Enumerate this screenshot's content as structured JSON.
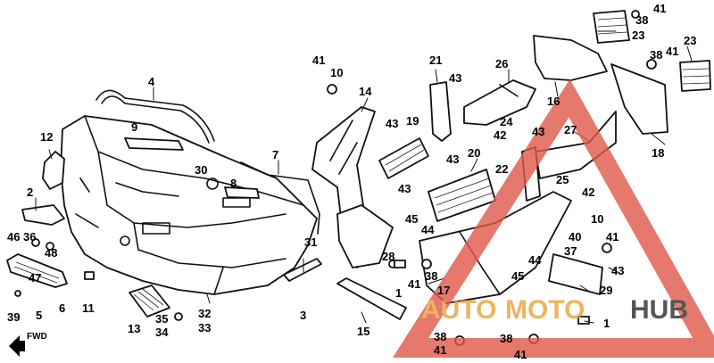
{
  "diagram": {
    "direction_label": "FWD",
    "callouts": [
      {
        "id": "c4",
        "label": "4"
      },
      {
        "id": "c9",
        "label": "9"
      },
      {
        "id": "c12",
        "label": "12"
      },
      {
        "id": "c2",
        "label": "2"
      },
      {
        "id": "c30",
        "label": "30"
      },
      {
        "id": "c7",
        "label": "7"
      },
      {
        "id": "c8",
        "label": "8"
      },
      {
        "id": "c46",
        "label": "46"
      },
      {
        "id": "c36",
        "label": "36"
      },
      {
        "id": "c48",
        "label": "48"
      },
      {
        "id": "c47",
        "label": "47"
      },
      {
        "id": "c6",
        "label": "6"
      },
      {
        "id": "c5",
        "label": "5"
      },
      {
        "id": "c39",
        "label": "39"
      },
      {
        "id": "c11",
        "label": "11"
      },
      {
        "id": "c13",
        "label": "13"
      },
      {
        "id": "c35",
        "label": "35"
      },
      {
        "id": "c34",
        "label": "34"
      },
      {
        "id": "c32",
        "label": "32"
      },
      {
        "id": "c33",
        "label": "33"
      },
      {
        "id": "c3",
        "label": "3"
      },
      {
        "id": "c31",
        "label": "31"
      },
      {
        "id": "c41a",
        "label": "41"
      },
      {
        "id": "c10a",
        "label": "10"
      },
      {
        "id": "c14",
        "label": "14"
      },
      {
        "id": "c43a",
        "label": "43"
      },
      {
        "id": "c19",
        "label": "19"
      },
      {
        "id": "c21",
        "label": "21"
      },
      {
        "id": "c43b",
        "label": "43"
      },
      {
        "id": "c26",
        "label": "26"
      },
      {
        "id": "c24",
        "label": "24"
      },
      {
        "id": "c42a",
        "label": "42"
      },
      {
        "id": "c16",
        "label": "16"
      },
      {
        "id": "c41b",
        "label": "41"
      },
      {
        "id": "c38a",
        "label": "38"
      },
      {
        "id": "c23a",
        "label": "23"
      },
      {
        "id": "c38b",
        "label": "38"
      },
      {
        "id": "c41c",
        "label": "41"
      },
      {
        "id": "c23b",
        "label": "23"
      },
      {
        "id": "c18",
        "label": "18"
      },
      {
        "id": "c43c",
        "label": "43"
      },
      {
        "id": "c27",
        "label": "27"
      },
      {
        "id": "c20",
        "label": "20"
      },
      {
        "id": "c22",
        "label": "22"
      },
      {
        "id": "c43d",
        "label": "43"
      },
      {
        "id": "c25",
        "label": "25"
      },
      {
        "id": "c42b",
        "label": "42"
      },
      {
        "id": "c43e",
        "label": "43"
      },
      {
        "id": "c45a",
        "label": "45"
      },
      {
        "id": "c44a",
        "label": "44"
      },
      {
        "id": "c10b",
        "label": "10"
      },
      {
        "id": "c40",
        "label": "40"
      },
      {
        "id": "c41d",
        "label": "41"
      },
      {
        "id": "c37",
        "label": "37"
      },
      {
        "id": "c28",
        "label": "28"
      },
      {
        "id": "c41e",
        "label": "41"
      },
      {
        "id": "c38c",
        "label": "38"
      },
      {
        "id": "c1a",
        "label": "1"
      },
      {
        "id": "c44b",
        "label": "44"
      },
      {
        "id": "c45b",
        "label": "45"
      },
      {
        "id": "c43f",
        "label": "43"
      },
      {
        "id": "c17",
        "label": "17"
      },
      {
        "id": "c29",
        "label": "29"
      },
      {
        "id": "c15",
        "label": "15"
      },
      {
        "id": "c1b",
        "label": "1"
      },
      {
        "id": "c38d",
        "label": "38"
      },
      {
        "id": "c41f",
        "label": "41"
      },
      {
        "id": "c38e",
        "label": "38"
      },
      {
        "id": "c41g",
        "label": "41"
      }
    ]
  },
  "watermark": {
    "word_a": "AUTO",
    "word_b": "MOTO",
    "word_c": "HUB",
    "color_a": "#e8a23a",
    "color_b": "#e8a23a",
    "color_c": "#2b2b2b",
    "triangle_color": "#e0574a"
  }
}
